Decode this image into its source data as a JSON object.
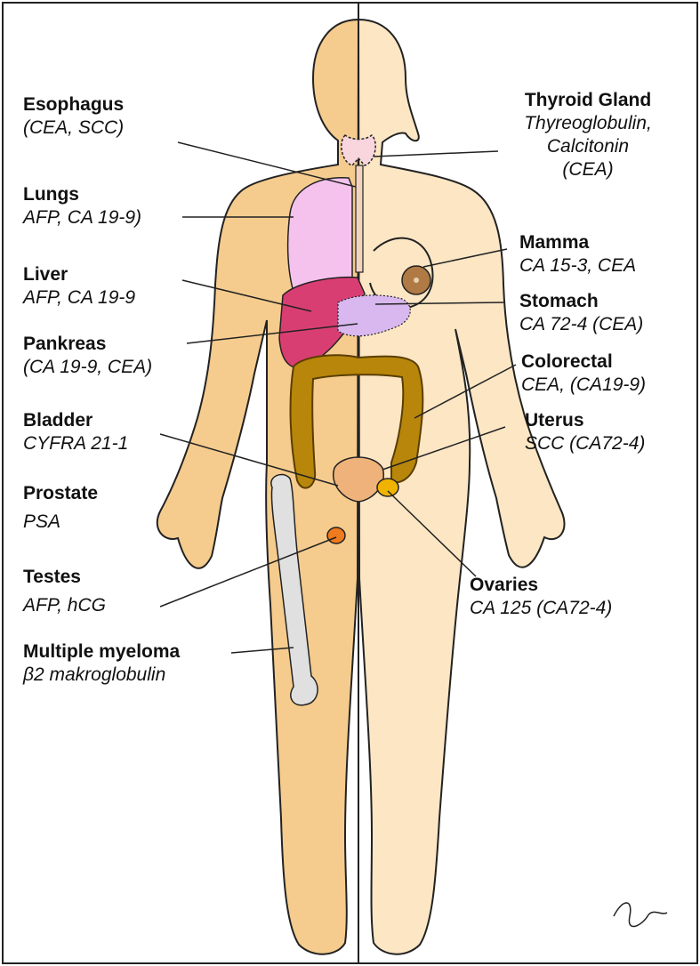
{
  "labels": {
    "esophagus": {
      "name": "Esophagus",
      "marker": "(CEA, SCC)"
    },
    "lungs": {
      "name": "Lungs",
      "marker": "AFP, CA 19-9)"
    },
    "liver": {
      "name": "Liver",
      "marker": "AFP, CA 19-9"
    },
    "pankreas": {
      "name": "Pankreas",
      "marker": "(CA 19-9, CEA)"
    },
    "bladder": {
      "name": "Bladder",
      "marker": "CYFRA 21-1"
    },
    "prostate": {
      "name": "Prostate",
      "marker": "PSA"
    },
    "testes": {
      "name": "Testes",
      "marker": "AFP, hCG"
    },
    "myeloma": {
      "name": "Multiple myeloma",
      "marker": "β2 makroglobulin"
    },
    "thyroid": {
      "name": "Thyroid Gland",
      "marker1": "Thyreoglobulin,",
      "marker2": "Calcitonin",
      "marker3": "(CEA)"
    },
    "mamma": {
      "name": "Mamma",
      "marker": "CA 15-3, CEA"
    },
    "stomach": {
      "name": "Stomach",
      "marker": "CA 72-4 (CEA)"
    },
    "colorectal": {
      "name": "Colorectal",
      "marker": "CEA, (CA19-9)"
    },
    "uterus": {
      "name": "Uterus",
      "marker": "SCC (CA72-4)"
    },
    "ovaries": {
      "name": "Ovaries",
      "marker": "CA 125 (CA72-4)"
    }
  },
  "colors": {
    "male_skin": "#F5CC8E",
    "female_skin": "#FCE6C4",
    "lung": "#F5C2EE",
    "liver": "#D93E73",
    "stomach_pancreas": "#D9B8F0",
    "colon": "#B8860B",
    "bladder": "#EFB27A",
    "bone": "#E0E0E0",
    "testes": "#F07A1E",
    "ovary": "#F0B400"
  }
}
